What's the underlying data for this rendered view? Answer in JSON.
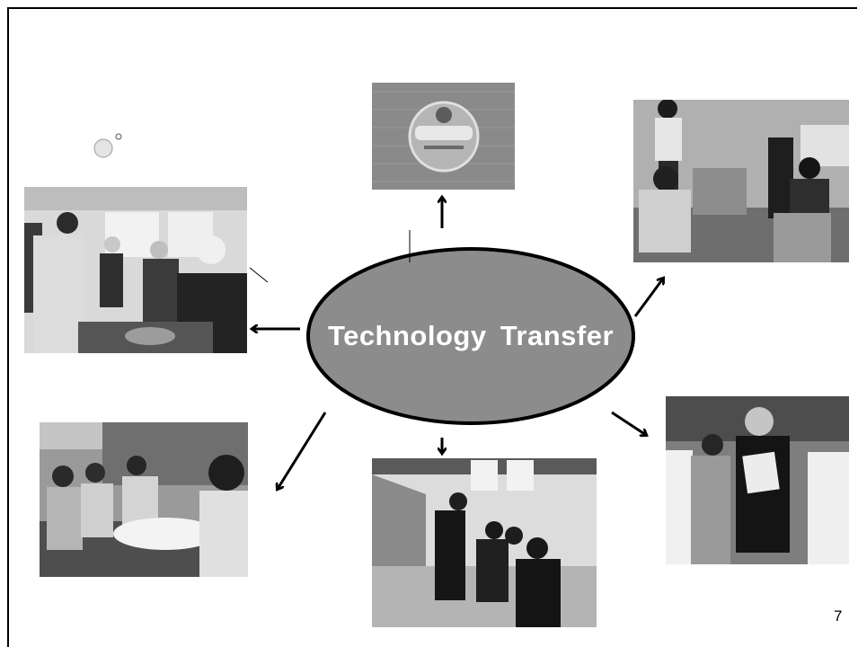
{
  "center": {
    "label": "Technology Transfer"
  },
  "page_number": "7",
  "photos": [
    {
      "id": "photo-top-logo",
      "depicts": "product label"
    },
    {
      "id": "photo-top-right",
      "depicts": "meeting"
    },
    {
      "id": "photo-left",
      "depicts": "demonstration"
    },
    {
      "id": "photo-bottom-left",
      "depicts": "group discussion"
    },
    {
      "id": "photo-bottom-center",
      "depicts": "corridor"
    },
    {
      "id": "photo-bottom-right",
      "depicts": "presentation"
    }
  ],
  "colors": {
    "ellipse_fill": "#8c8c8c",
    "ellipse_stroke": "#000000",
    "label": "#ffffff"
  }
}
